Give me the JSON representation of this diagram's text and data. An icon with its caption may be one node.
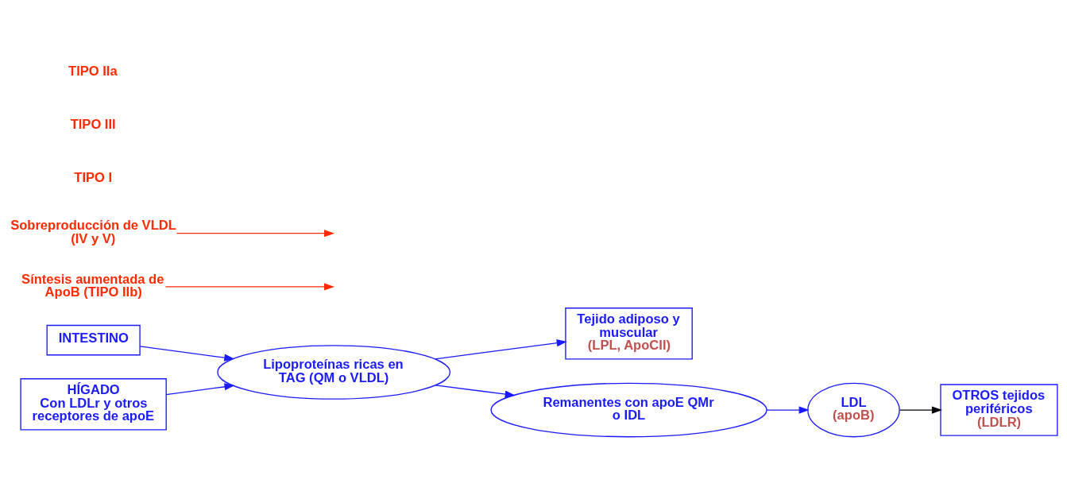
{
  "diagram": {
    "nodes": [
      {
        "text": [
          "INTESTINO"
        ]
      },
      {
        "text": [
          "Lipoproteínas ricas en TAG (QM o VLDL)"
        ]
      },
      {
        "text": [
          "Tejido adiposo y muscular",
          "(LPL, ApoCII)"
        ]
      },
      {
        "text": [
          "Remanentes con apoE QMr o IDL"
        ]
      },
      {
        "text": [
          "HÍGADO",
          "Con LDLr y otros receptores de apoE"
        ]
      },
      {
        "text": [
          "LDL",
          "(apoB)"
        ]
      },
      {
        "text": [
          "OTROS tejidos periféricos",
          "(LDLR)"
        ]
      },
      {
        "text": [
          "Síntesis aumentada de ApoB (TIPO IIb)"
        ]
      },
      {
        "text": [
          "Sobreproducción de VLDL (IV y V)"
        ]
      }
    ],
    "edges": [
      {
        "from": 0,
        "to": 1,
        "arrow": "to"
      },
      {
        "from": 4,
        "to": 1,
        "arrow": "to"
      },
      {
        "from": 7,
        "to": null,
        "arrow": "to",
        "color": "#ff2a00"
      },
      {
        "from": 8,
        "to": null,
        "arrow": "to",
        "color": "#ff2a00"
      },
      {
        "from": 1,
        "to": 2,
        "arrow": "to"
      },
      {
        "from": 1,
        "to": 3,
        "arrow": "to"
      },
      {
        "from": 3,
        "to": 5,
        "arrow": "to"
      },
      {
        "from": 5,
        "to": 6,
        "arrow": "to",
        "color": "#000000"
      }
    ],
    "labels": [
      "TIPO I",
      "TIPO III",
      "TIPO IIa"
    ]
  }
}
